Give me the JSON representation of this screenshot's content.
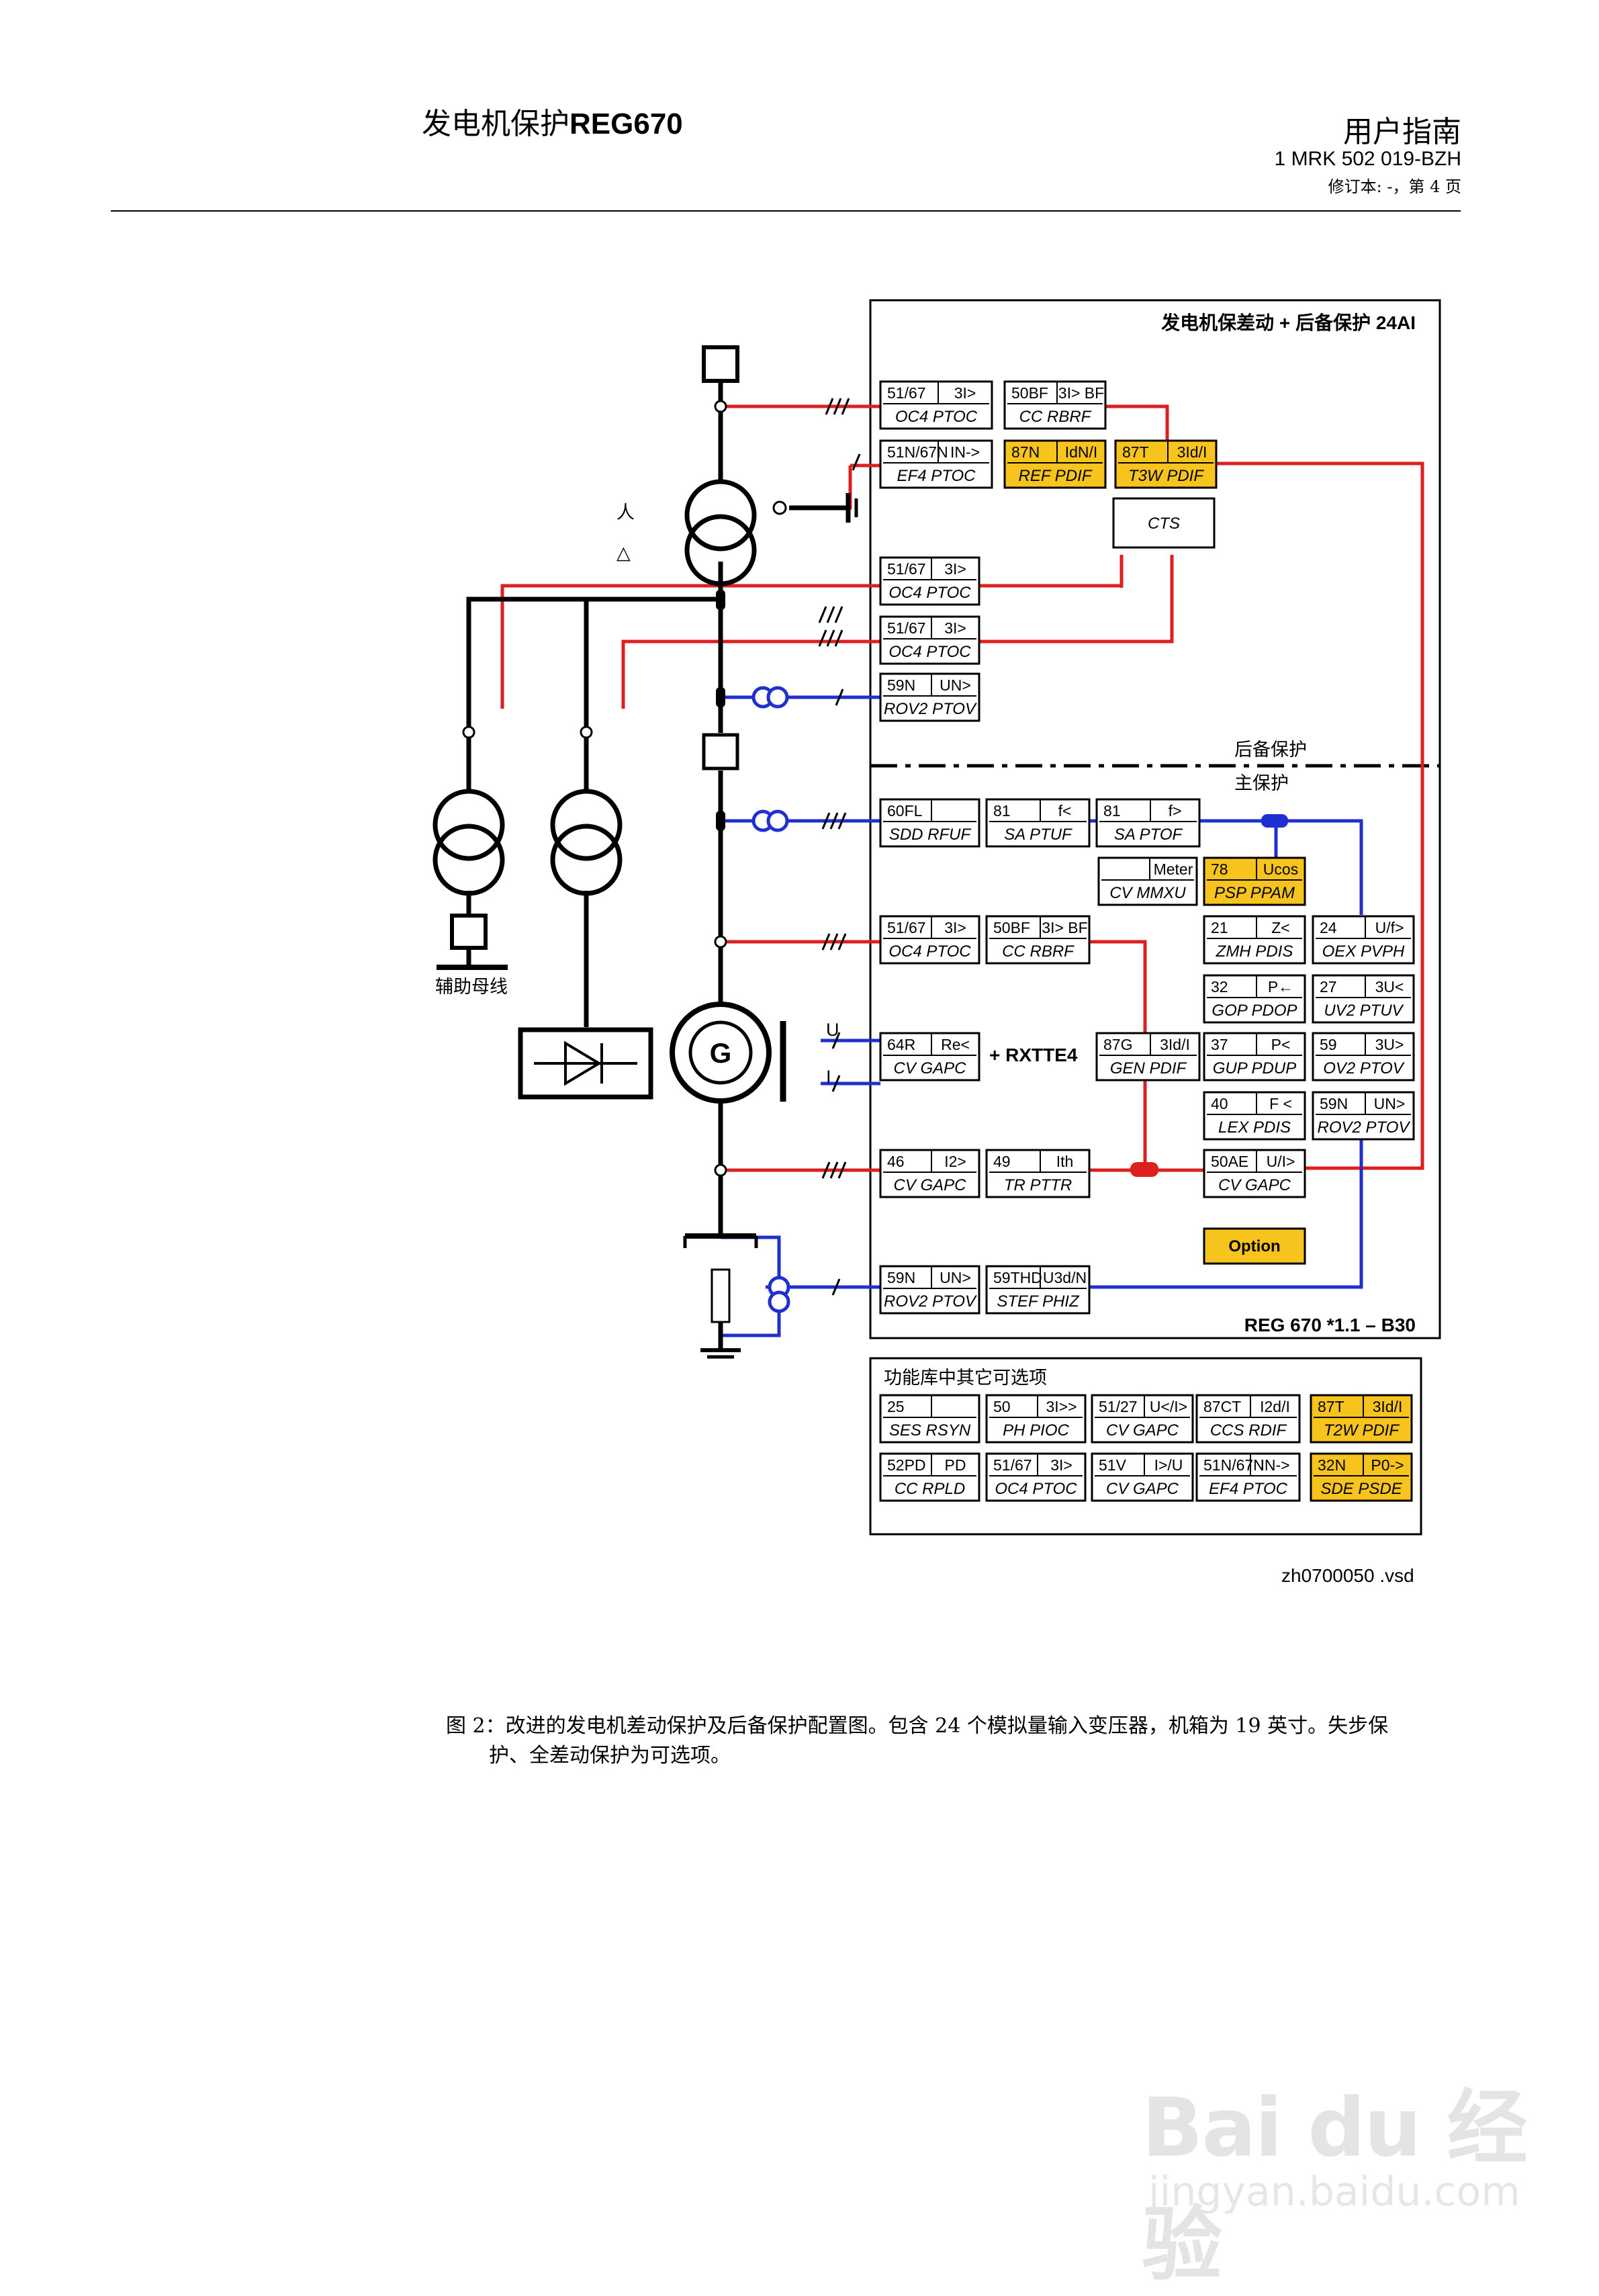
{
  "header": {
    "title_prefix": "发电机保护",
    "title_bold": "REG670",
    "guide": "用户指南",
    "doc_id": "1 MRK 502 019-BZH",
    "revision": "修订本: -，第 4 页"
  },
  "diagram": {
    "panel_title": "发电机保差动 + 后备保护 24AI",
    "backup_label": "后备保护",
    "main_label": "主保护",
    "model_label": "REG 670 *1.1 – B30",
    "aux_bus_label": "辅助母线",
    "rxtte_label": "+ RXTTE4",
    "cts_label": "CTS",
    "option_label": "Option",
    "u_label": "U",
    "i_label": "I",
    "star_symbol": "人",
    "delta_symbol": "△",
    "generator_symbol": "G",
    "blocks": [
      {
        "top": [
          "51/67",
          "3I>"
        ],
        "bottom": "OC4 PTOC",
        "highlight": false
      },
      {
        "top": [
          "50BF",
          "3I> BF"
        ],
        "bottom": "CC RBRF",
        "highlight": false
      },
      {
        "top": [
          "51N/67N",
          "IN->"
        ],
        "bottom": "EF4 PTOC",
        "highlight": false
      },
      {
        "top": [
          "87N",
          "IdN/I"
        ],
        "bottom": "REF PDIF",
        "highlight": true
      },
      {
        "top": [
          "87T",
          "3Id/I"
        ],
        "bottom": "T3W PDIF",
        "highlight": true
      },
      {
        "top": [
          "51/67",
          "3I>"
        ],
        "bottom": "OC4 PTOC",
        "highlight": false
      },
      {
        "top": [
          "51/67",
          "3I>"
        ],
        "bottom": "OC4 PTOC",
        "highlight": false
      },
      {
        "top": [
          "59N",
          "UN>"
        ],
        "bottom": "ROV2 PTOV",
        "highlight": false
      },
      {
        "top": [
          "60FL",
          ""
        ],
        "bottom": "SDD RFUF",
        "highlight": false
      },
      {
        "top": [
          "81",
          "f<"
        ],
        "bottom": "SA PTUF",
        "highlight": false
      },
      {
        "top": [
          "81",
          "f>"
        ],
        "bottom": "SA PTOF",
        "highlight": false
      },
      {
        "top": [
          "",
          "Meter"
        ],
        "bottom": "CV MMXU",
        "highlight": false
      },
      {
        "top": [
          "78",
          "Ucos"
        ],
        "bottom": "PSP PPAM",
        "highlight": true
      },
      {
        "top": [
          "51/67",
          "3I>"
        ],
        "bottom": "OC4 PTOC",
        "highlight": false
      },
      {
        "top": [
          "50BF",
          "3I> BF"
        ],
        "bottom": "CC RBRF",
        "highlight": false
      },
      {
        "top": [
          "21",
          "Z<"
        ],
        "bottom": "ZMH PDIS",
        "highlight": false
      },
      {
        "top": [
          "24",
          "U/f>"
        ],
        "bottom": "OEX PVPH",
        "highlight": false
      },
      {
        "top": [
          "32",
          "P←"
        ],
        "bottom": "GOP PDOP",
        "highlight": false
      },
      {
        "top": [
          "27",
          "3U<"
        ],
        "bottom": "UV2 PTUV",
        "highlight": false
      },
      {
        "top": [
          "64R",
          "Re<"
        ],
        "bottom": "CV GAPC",
        "highlight": false
      },
      {
        "top": [
          "87G",
          "3Id/I"
        ],
        "bottom": "GEN PDIF",
        "highlight": false
      },
      {
        "top": [
          "37",
          "P<"
        ],
        "bottom": "GUP PDUP",
        "highlight": false
      },
      {
        "top": [
          "59",
          "3U>"
        ],
        "bottom": "OV2 PTOV",
        "highlight": false
      },
      {
        "top": [
          "40",
          "F <"
        ],
        "bottom": "LEX PDIS",
        "highlight": false
      },
      {
        "top": [
          "59N",
          "UN>"
        ],
        "bottom": "ROV2 PTOV",
        "highlight": false
      },
      {
        "top": [
          "46",
          "I2>"
        ],
        "bottom": "CV GAPC",
        "highlight": false
      },
      {
        "top": [
          "49",
          "Ith"
        ],
        "bottom": "TR PTTR",
        "highlight": false
      },
      {
        "top": [
          "50AE",
          "U/I>"
        ],
        "bottom": "CV GAPC",
        "highlight": false
      },
      {
        "top": [
          "59N",
          "UN>"
        ],
        "bottom": "ROV2 PTOV",
        "highlight": false
      },
      {
        "top": [
          "59THD",
          "U3d/N"
        ],
        "bottom": "STEF PHIZ",
        "highlight": false
      }
    ]
  },
  "options": {
    "title": "功能库中其它可选项",
    "blocks": [
      {
        "top": [
          "25",
          ""
        ],
        "bottom": "SES RSYN",
        "highlight": false
      },
      {
        "top": [
          "50",
          "3I>>"
        ],
        "bottom": "PH PIOC",
        "highlight": false
      },
      {
        "top": [
          "51/27",
          "U</I>"
        ],
        "bottom": "CV GAPC",
        "highlight": false
      },
      {
        "top": [
          "87CT",
          "I2d/I"
        ],
        "bottom": "CCS RDIF",
        "highlight": false
      },
      {
        "top": [
          "87T",
          "3Id/I"
        ],
        "bottom": "T2W PDIF",
        "highlight": true
      },
      {
        "top": [
          "52PD",
          "PD"
        ],
        "bottom": "CC RPLD",
        "highlight": false
      },
      {
        "top": [
          "51/67",
          "3I>"
        ],
        "bottom": "OC4 PTOC",
        "highlight": false
      },
      {
        "top": [
          "51V",
          "I>/U"
        ],
        "bottom": "CV GAPC",
        "highlight": false
      },
      {
        "top": [
          "51N/67N",
          "IN->"
        ],
        "bottom": "EF4 PTOC",
        "highlight": false
      },
      {
        "top": [
          "32N",
          "P0->"
        ],
        "bottom": "SDE PSDE",
        "highlight": true
      }
    ]
  },
  "footer": {
    "file_name": "zh0700050 .vsd",
    "caption_line1": "图 2：改进的发电机差动保护及后备保护配置图。包含 24 个模拟量输入变压器，机箱为 19 英寸。失步保",
    "caption_line2": "护、全差动保护为可选项。"
  },
  "watermark": {
    "brand": "Bai du 经验",
    "url": "jingyan.baidu.com"
  },
  "colors": {
    "red_line": "#dd1f1f",
    "blue_line": "#1f2fd0",
    "highlight": "#f7c41d"
  }
}
